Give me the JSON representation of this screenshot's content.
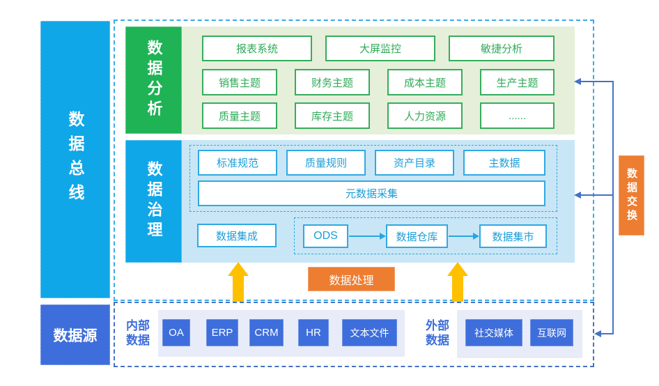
{
  "bus": {
    "label": "数据总线"
  },
  "source_bar": {
    "label": "数据源"
  },
  "analysis": {
    "label": "数据分析",
    "row1": [
      "报表系统",
      "大屏监控",
      "敏捷分析"
    ],
    "row2": [
      "销售主题",
      "财务主题",
      "成本主题",
      "生产主题"
    ],
    "row3": [
      "质量主题",
      "库存主题",
      "人力资源",
      "......"
    ]
  },
  "governance": {
    "label": "数据治理",
    "standards": [
      "标准规范",
      "质量规则",
      "资产目录",
      "主数据"
    ],
    "metadata": "元数据采集",
    "integration": "数据集成",
    "pipeline": [
      "ODS",
      "数据仓库",
      "数据集市"
    ]
  },
  "processing": {
    "label": "数据处理"
  },
  "exchange": {
    "label": "数据交换"
  },
  "sources": {
    "internal": {
      "label": "内部\n数据",
      "items": [
        "OA",
        "ERP",
        "CRM",
        "HR",
        "文本文件"
      ]
    },
    "external": {
      "label": "外部\n数据",
      "items": [
        "社交媒体",
        "互联网"
      ]
    }
  },
  "colors": {
    "cyan": "#10A7E8",
    "green": "#1FB355",
    "light_green": "#E5EFD9",
    "light_blue": "#C9E6F6",
    "royal_blue": "#3E6EDB",
    "lavender": "#E8ECF9",
    "orange": "#ED7D31",
    "yellow": "#FFC000",
    "connector_blue": "#4472C4",
    "green_border": "#35AD5C",
    "cyan_border": "#2FA9E2"
  }
}
